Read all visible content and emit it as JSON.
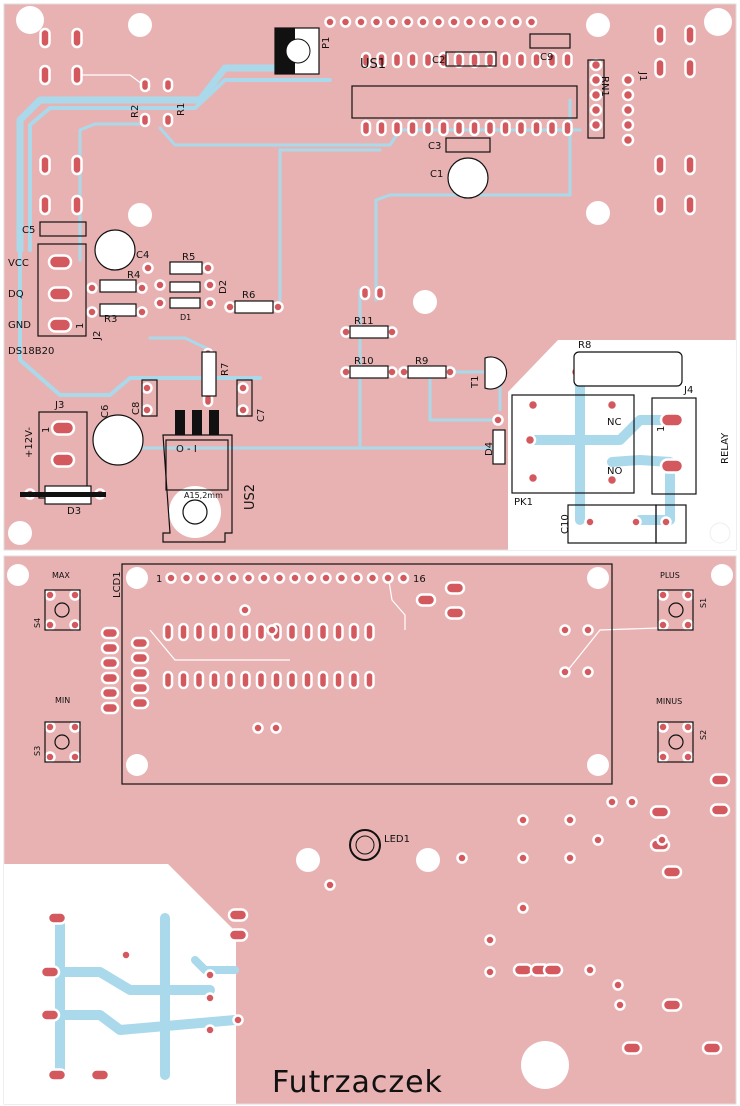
{
  "colors": {
    "board": "#e9b2b2",
    "trace": "#a9d9ea",
    "pad": "#d3595f",
    "hole": "#ffffff",
    "silkscreen": "#111111"
  },
  "labels": {
    "P1": "P1",
    "US1": "US1",
    "C2": "C2",
    "C9": "C9",
    "RN1": "RN1",
    "J1": "J1",
    "R2": "R2",
    "R1": "R1",
    "C3": "C3",
    "C1": "C1",
    "C5": "C5",
    "C4": "C4",
    "R5": "R5",
    "R4": "R4",
    "R3": "R3",
    "D2": "D2",
    "D1": "D1",
    "R6": "R6",
    "VCC": "VCC",
    "DQ": "DQ",
    "GND": "GND",
    "J2_pin1": "1",
    "J2": "J2",
    "DS18B20": "DS18B20",
    "R11": "R11",
    "R10": "R10",
    "R9": "R9",
    "T1": "T1",
    "R8": "R8",
    "J4": "J4",
    "NC": "NC",
    "NO": "NO",
    "J4_pin1": "1",
    "RELAY": "RELAY",
    "PK1": "PK1",
    "C10": "C10",
    "D4": "D4",
    "J3": "J3",
    "J3_pin1": "1",
    "V12": "+12V-",
    "C6": "C6",
    "C8": "C8",
    "R7": "R7",
    "C7": "C7",
    "US2_pins": "O - I",
    "US2": "US2",
    "hole_note": "A15,2mm",
    "D3": "D3",
    "LCD1": "LCD1",
    "LCD_pin1": "1",
    "LCD_pin16": "16",
    "MAX": "MAX",
    "S4": "S4",
    "MIN": "MIN",
    "S3": "S3",
    "PLUS": "PLUS",
    "S1": "S1",
    "MINUS": "MINUS",
    "S2": "S2",
    "LED1": "LED1"
  },
  "board_title": "Futrzaczek"
}
